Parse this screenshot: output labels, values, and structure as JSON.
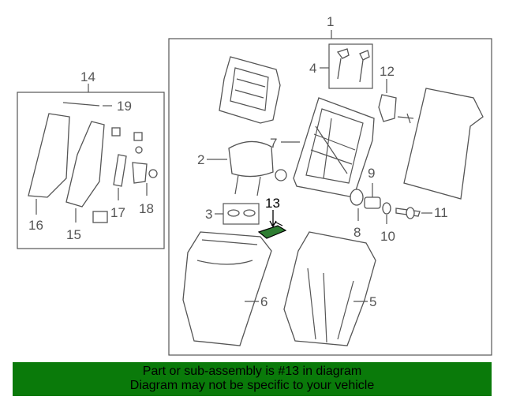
{
  "callouts": {
    "c1": "1",
    "c2": "2",
    "c3": "3",
    "c4": "4",
    "c5": "5",
    "c6": "6",
    "c7": "7",
    "c8": "8",
    "c9": "9",
    "c10": "10",
    "c11": "11",
    "c12": "12",
    "c13": "13",
    "c14": "14",
    "c15": "15",
    "c16": "16",
    "c17": "17",
    "c18": "18",
    "c19": "19"
  },
  "highlight_color": "#2e7d32",
  "banner": {
    "line1": "Part or sub-assembly is #13 in diagram",
    "line2": "Diagram may not be specific to your vehicle",
    "background": "#0a7a0a"
  }
}
